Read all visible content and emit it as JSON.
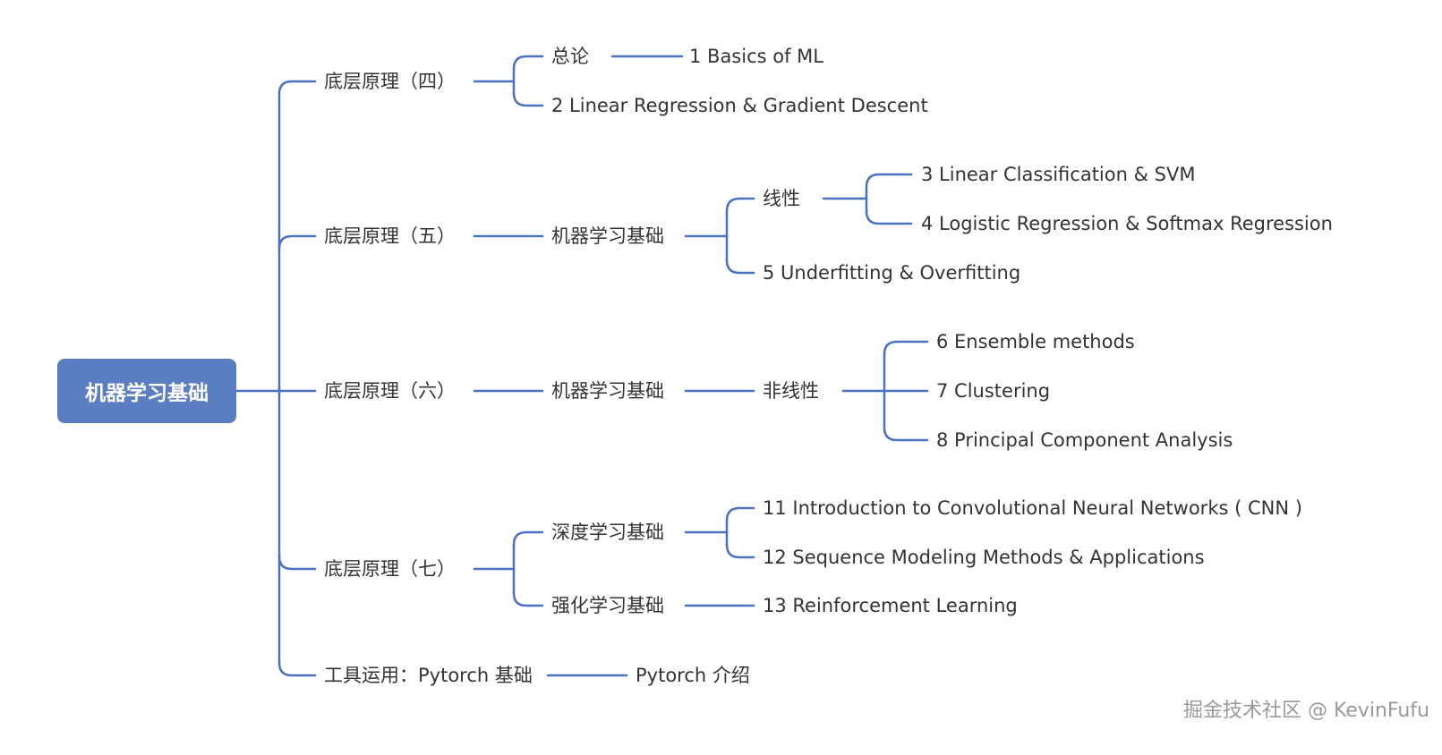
{
  "root": {
    "label": "机器学习基础"
  },
  "branches": [
    {
      "label": "底层原理（四）",
      "children": [
        {
          "label": "总论",
          "children": [
            {
              "label": "1 Basics of ML"
            }
          ]
        },
        {
          "label": "2 Linear Regression & Gradient Descent"
        }
      ]
    },
    {
      "label": "底层原理（五）",
      "children": [
        {
          "label": "机器学习基础",
          "children": [
            {
              "label": "线性",
              "children": [
                {
                  "label": "3 Linear Classification & SVM"
                },
                {
                  "label": "4 Logistic Regression & Softmax Regression"
                }
              ]
            },
            {
              "label": "5 Underfitting & Overfitting"
            }
          ]
        }
      ]
    },
    {
      "label": "底层原理（六）",
      "children": [
        {
          "label": "机器学习基础",
          "children": [
            {
              "label": "非线性",
              "children": [
                {
                  "label": "6 Ensemble methods"
                },
                {
                  "label": "7 Clustering"
                },
                {
                  "label": "8 Principal Component Analysis"
                }
              ]
            }
          ]
        }
      ]
    },
    {
      "label": "底层原理（七）",
      "children": [
        {
          "label": "深度学习基础",
          "children": [
            {
              "label": "11 Introduction to Convolutional Neural Networks ( CNN )"
            },
            {
              "label": "12 Sequence Modeling Methods & Applications"
            }
          ]
        },
        {
          "label": "强化学习基础",
          "children": [
            {
              "label": "13 Reinforcement Learning"
            }
          ]
        }
      ]
    },
    {
      "label": "工具运用：Pytorch 基础",
      "children": [
        {
          "label": "Pytorch 介绍"
        }
      ]
    }
  ],
  "watermark": "掘金技术社区 @ KevinFufu",
  "colors": {
    "line": "#4a72c0",
    "root_fill": "#5b7ec3",
    "text": "#333333"
  }
}
